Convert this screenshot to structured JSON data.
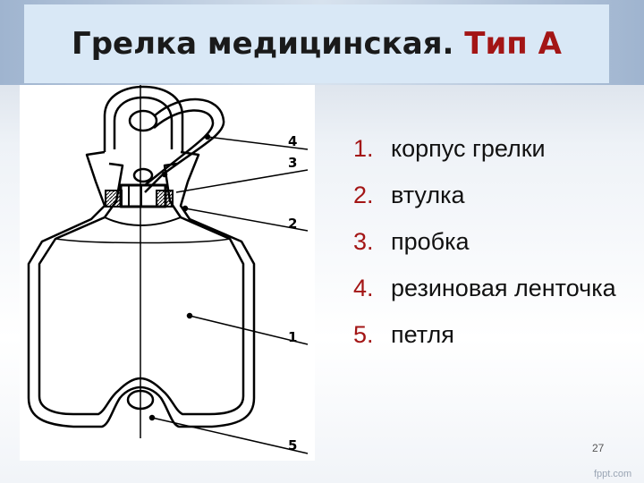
{
  "slide": {
    "title_main": "Грелка медицинская.",
    "title_accent": "Тип А",
    "page_number": "27",
    "watermark": "fppt.com"
  },
  "legend": [
    {
      "num": "1.",
      "text": "корпус грелки"
    },
    {
      "num": "2.",
      "text": "втулка"
    },
    {
      "num": "3.",
      "text": "пробка"
    },
    {
      "num": "4.",
      "text": "резиновая ленточка"
    },
    {
      "num": "5.",
      "text": "петля"
    }
  ],
  "diagram": {
    "callouts": [
      "4",
      "3",
      "2",
      "1",
      "5"
    ]
  },
  "colors": {
    "accent": "#a31515",
    "title_bg": "#d9e8f6"
  }
}
